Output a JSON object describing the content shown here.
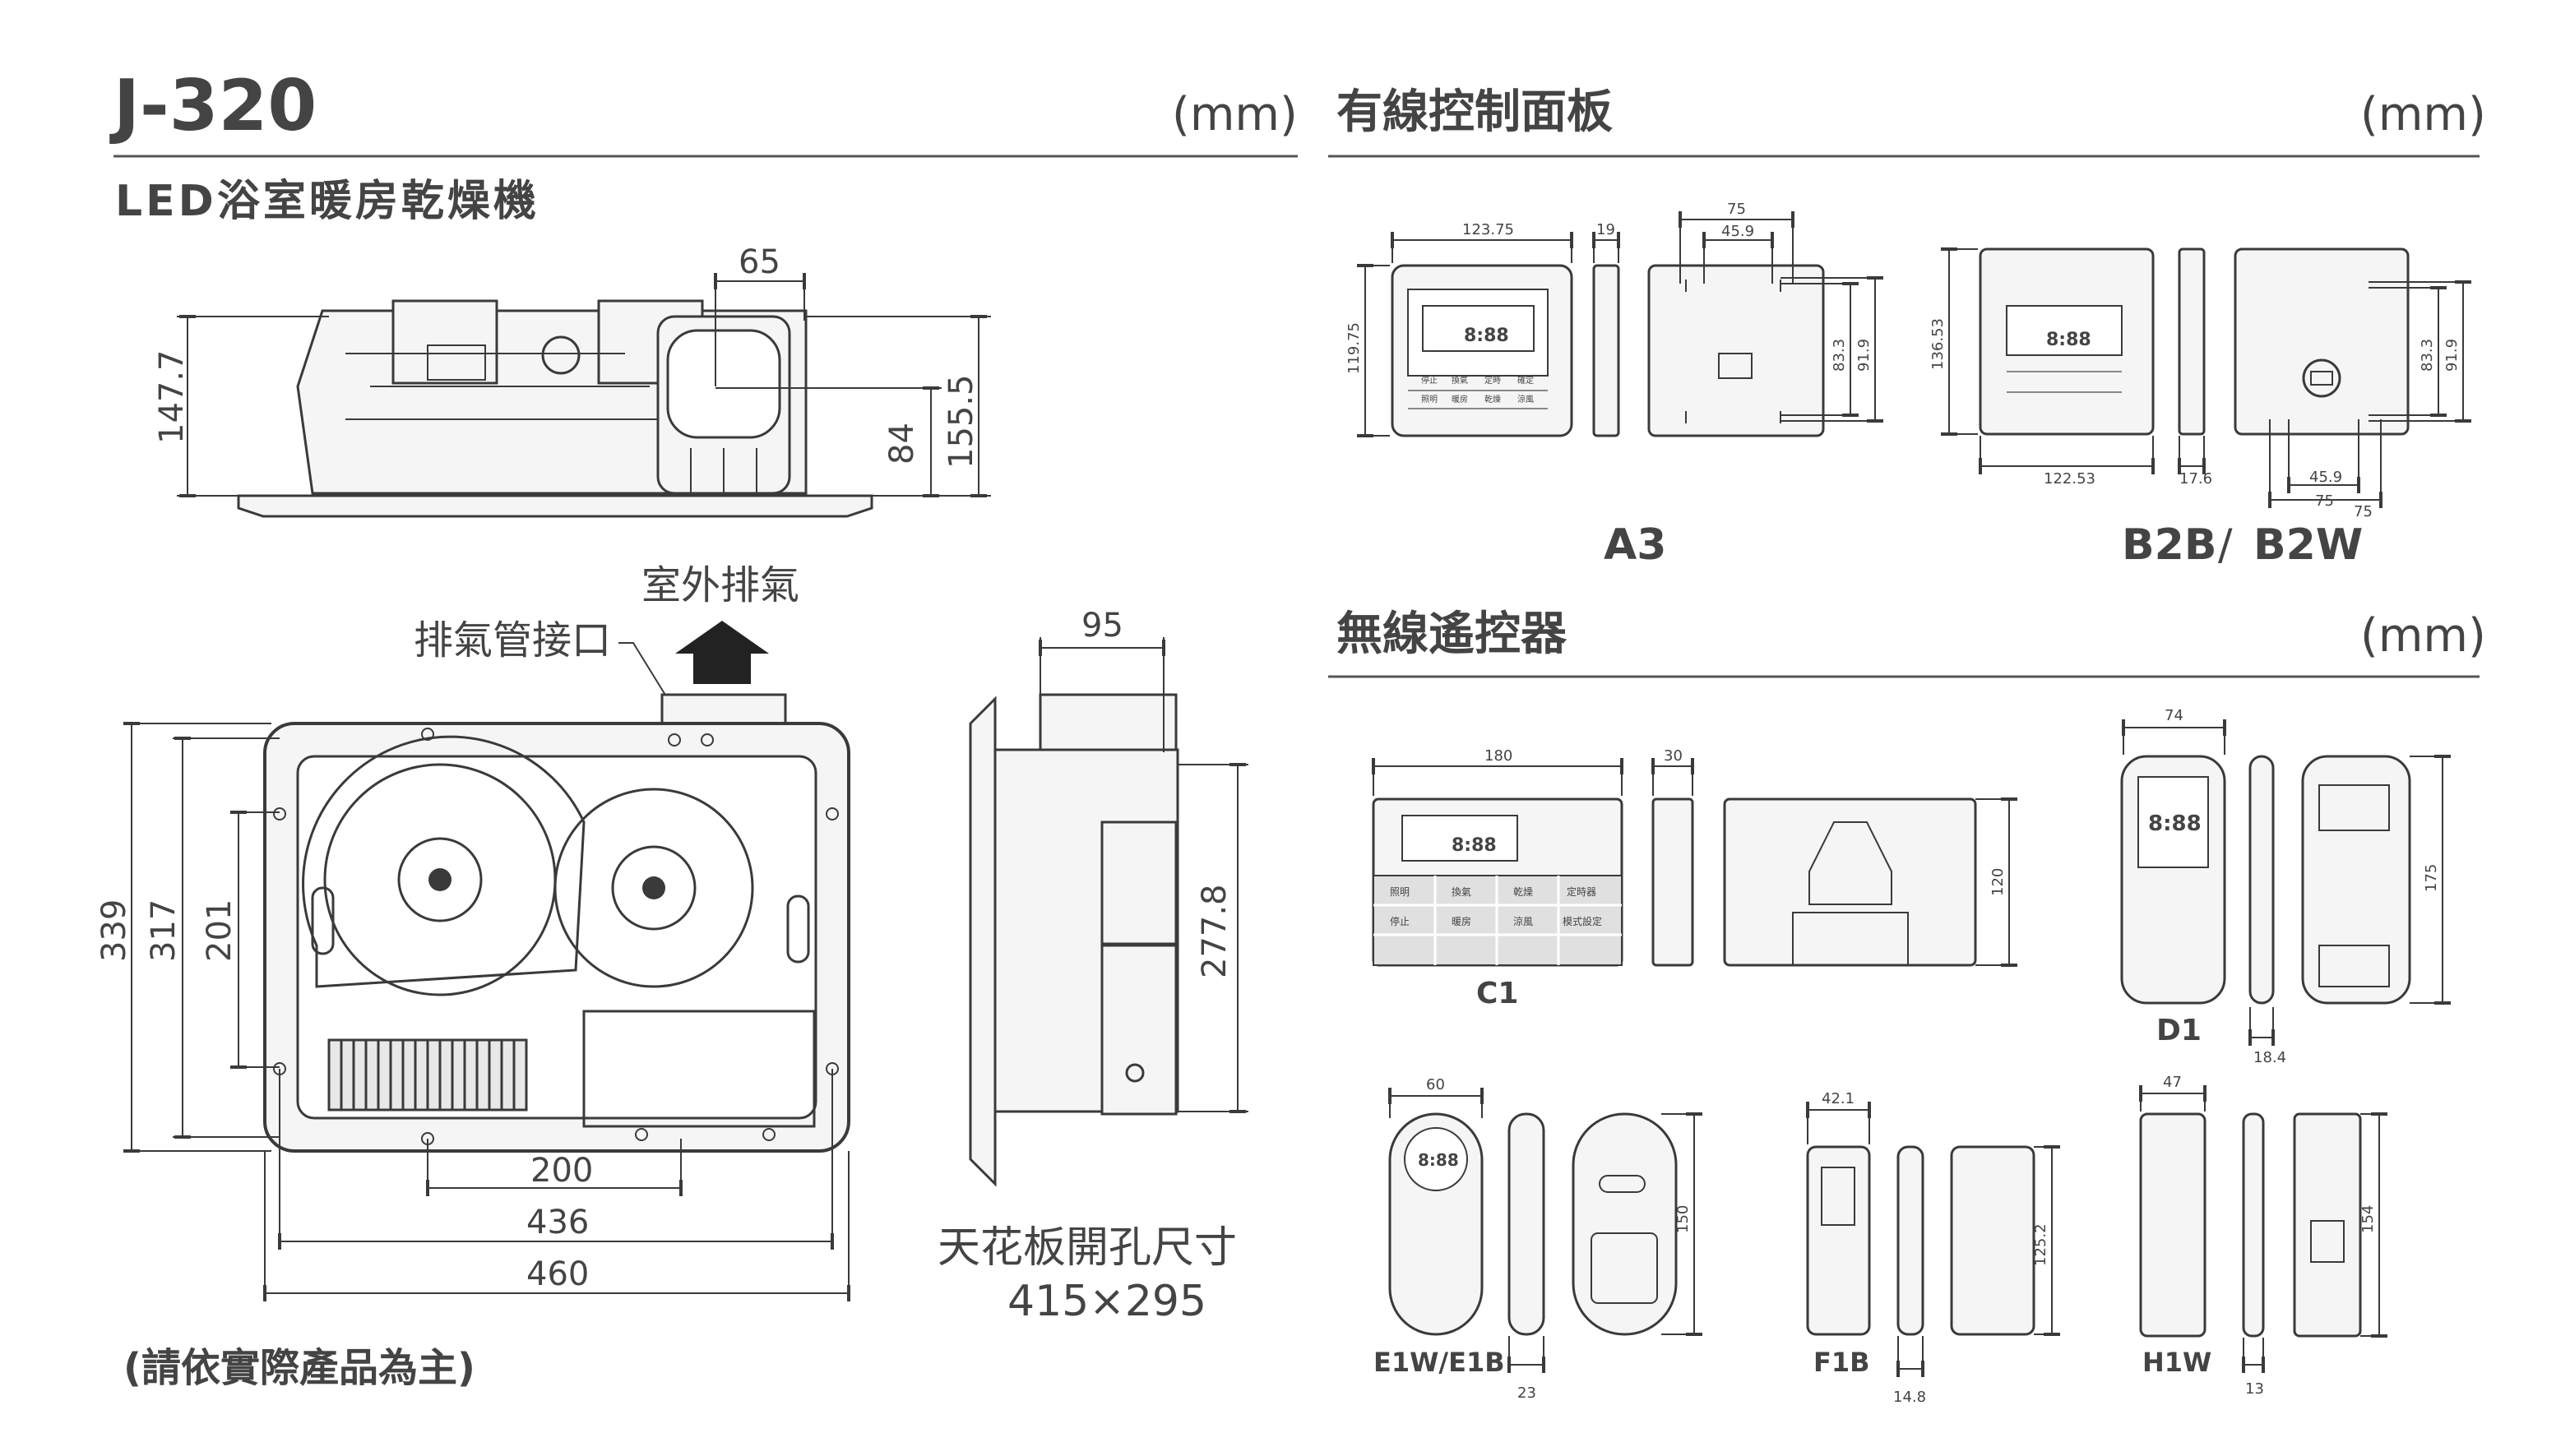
{
  "left": {
    "model": "J-320",
    "unit": "(mm)",
    "product_name": "LED浴室暖房乾燥機",
    "side_view": {
      "dim_outlet_width": "65",
      "dim_total_height": "147.7",
      "dim_outlet_center": "84",
      "dim_body_height": "155.5"
    },
    "labels": {
      "exhaust_out": "室外排氣",
      "duct_port": "排氣管接口"
    },
    "top_view": {
      "dim_339": "339",
      "dim_317": "317",
      "dim_201": "201",
      "dim_200": "200",
      "dim_436": "436",
      "dim_460": "460"
    },
    "profile_view": {
      "dim_95": "95",
      "dim_277_8": "277.8"
    },
    "ceiling_opening_label": "天花板開孔尺寸",
    "ceiling_opening_size": "415×295",
    "footnote": "(請依實際產品為主)"
  },
  "wired_panel": {
    "heading": "有線控制面板",
    "unit": "(mm)",
    "a3": {
      "name": "A3",
      "dims": [
        "123.75",
        "19",
        "119.75",
        "75",
        "45.9",
        "83.3",
        "91.9"
      ],
      "display": "8:88",
      "keys": [
        "停止",
        "換氣",
        "定時",
        "確定",
        "照明",
        "暖房",
        "乾燥",
        "涼風"
      ]
    },
    "b2b": {
      "name": "B2B",
      "separator": "/",
      "name2": "B2W",
      "dims": [
        "136.53",
        "122.53",
        "17.6",
        "45.9",
        "75",
        "75",
        "83.3",
        "91.9"
      ],
      "display": "8:88"
    }
  },
  "wireless_remote": {
    "heading": "無線遙控器",
    "unit": "(mm)",
    "c1": {
      "name": "C1",
      "dims": [
        "180",
        "30",
        "120"
      ],
      "display": "8:88",
      "keys": [
        "照明",
        "換氣",
        "乾燥",
        "定時器",
        "停止",
        "暖房",
        "涼風",
        "模式設定"
      ]
    },
    "d1": {
      "name": "D1",
      "dims": [
        "74",
        "175",
        "18.4"
      ],
      "display": "8:88"
    },
    "e1": {
      "name": "E1W/E1B",
      "dims": [
        "60",
        "150",
        "23"
      ],
      "display": "8:88"
    },
    "f1": {
      "name": "F1B",
      "dims": [
        "42.1",
        "125.2",
        "14.8"
      ]
    },
    "h1": {
      "name": "H1W",
      "dims": [
        "47",
        "154",
        "13"
      ]
    }
  }
}
